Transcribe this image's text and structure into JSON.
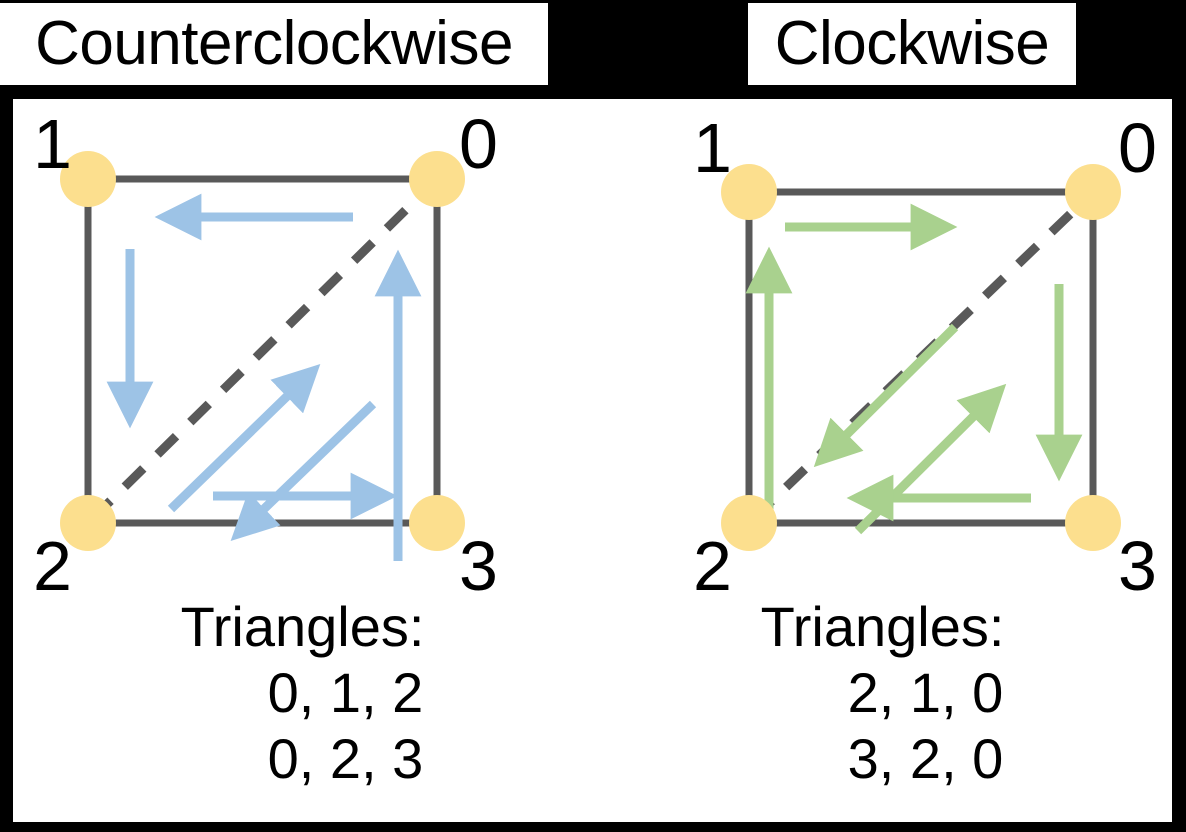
{
  "header": {
    "left_title": "Counterclockwise",
    "right_title": "Clockwise"
  },
  "colors": {
    "background": "#000000",
    "canvas": "#ffffff",
    "vertex": "#fcdf8e",
    "edge": "#595959",
    "diagonal": "#595959",
    "arrow_ccw": "#9dc3e6",
    "arrow_cw": "#a9d18e",
    "text": "#000000"
  },
  "panels": [
    {
      "id": "counterclockwise",
      "title": "Counterclockwise",
      "arrow_color": "#9dc3e6",
      "vertex_labels": [
        {
          "name": "0",
          "corner": "top-right"
        },
        {
          "name": "1",
          "corner": "top-left"
        },
        {
          "name": "2",
          "corner": "bottom-left"
        },
        {
          "name": "3",
          "corner": "bottom-right"
        }
      ],
      "winding": "counterclockwise",
      "arrows": [
        {
          "name": "top-arrow",
          "from": "0",
          "to": "1",
          "direction": "left"
        },
        {
          "name": "left-arrow",
          "from": "1",
          "to": "2",
          "direction": "down"
        },
        {
          "name": "diagonal-arrow-upper",
          "from": "2",
          "to": "0",
          "direction": "up-right"
        },
        {
          "name": "diagonal-arrow-lower",
          "from": "0",
          "to": "2",
          "direction": "down-left"
        },
        {
          "name": "bottom-arrow",
          "from": "2",
          "to": "3",
          "direction": "right"
        },
        {
          "name": "right-arrow",
          "from": "3",
          "to": "0",
          "direction": "up"
        }
      ],
      "caption": {
        "heading": "Triangles:",
        "lines": [
          "0, 1, 2",
          "0, 2, 3"
        ]
      }
    },
    {
      "id": "clockwise",
      "title": "Clockwise",
      "arrow_color": "#a9d18e",
      "vertex_labels": [
        {
          "name": "0",
          "corner": "top-right"
        },
        {
          "name": "1",
          "corner": "top-left"
        },
        {
          "name": "2",
          "corner": "bottom-left"
        },
        {
          "name": "3",
          "corner": "bottom-right"
        }
      ],
      "winding": "clockwise",
      "arrows": [
        {
          "name": "top-arrow",
          "from": "1",
          "to": "0",
          "direction": "right"
        },
        {
          "name": "left-arrow",
          "from": "2",
          "to": "1",
          "direction": "up"
        },
        {
          "name": "diagonal-arrow-upper",
          "from": "0",
          "to": "2",
          "direction": "down-left"
        },
        {
          "name": "diagonal-arrow-lower",
          "from": "2",
          "to": "0",
          "direction": "up-right"
        },
        {
          "name": "right-arrow",
          "from": "0",
          "to": "3",
          "direction": "down"
        },
        {
          "name": "bottom-arrow",
          "from": "3",
          "to": "2",
          "direction": "left"
        }
      ],
      "caption": {
        "heading": "Triangles:",
        "lines": [
          "2, 1, 0",
          "3, 2, 0"
        ]
      }
    }
  ]
}
